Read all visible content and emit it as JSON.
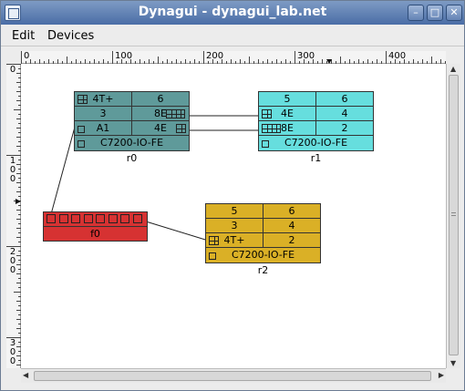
{
  "window": {
    "title": "Dynagui - dynagui_lab.net"
  },
  "menu": {
    "edit": "Edit",
    "devices": "Devices"
  },
  "ruler": {
    "top_ticks": [
      "0",
      "100",
      "200",
      "300",
      "400"
    ],
    "left_ticks": [
      "0",
      "1\n0\n0",
      "2\n0\n0",
      "3\n0\n0"
    ]
  },
  "routers": {
    "r0": {
      "name": "r0",
      "color": "#5f9a9a",
      "rows": [
        [
          "4T+",
          "6"
        ],
        [
          "3",
          "8E"
        ],
        [
          "A1",
          "4E"
        ],
        [
          "C7200-IO-FE"
        ]
      ]
    },
    "r1": {
      "name": "r1",
      "color": "#66dede",
      "rows": [
        [
          "5",
          "6"
        ],
        [
          "4E",
          "4"
        ],
        [
          "8E",
          "2"
        ],
        [
          "C7200-IO-FE"
        ]
      ]
    },
    "r2": {
      "name": "r2",
      "color": "#dab026",
      "rows": [
        [
          "5",
          "6"
        ],
        [
          "3",
          "4"
        ],
        [
          "4T+",
          "2"
        ],
        [
          "C7200-IO-FE"
        ]
      ]
    },
    "f0": {
      "name": "f0",
      "color": "#d63232"
    }
  },
  "scroll": {
    "up": "▲",
    "down": "▼",
    "left": "◀",
    "right": "▶"
  }
}
